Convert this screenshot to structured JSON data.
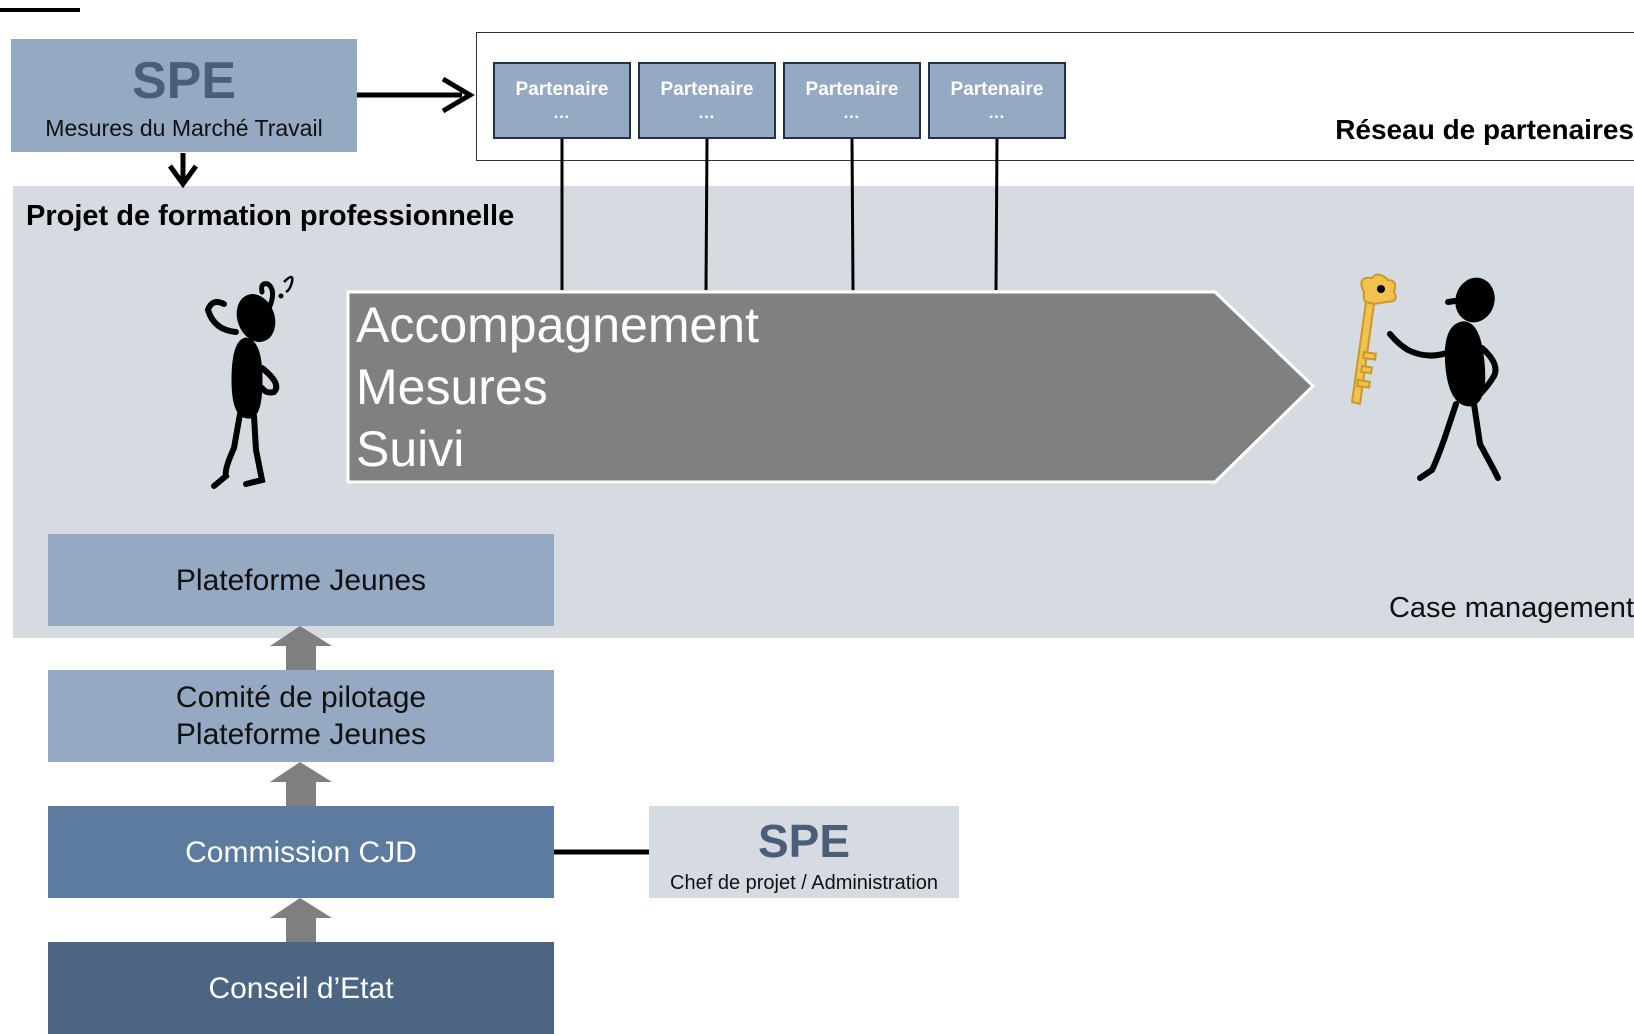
{
  "spe_top": {
    "title": "SPE",
    "subtitle": "Mesures du Marché Travail"
  },
  "network": {
    "label": "Réseau de partenaires",
    "partners": [
      {
        "name": "Partenaire",
        "dots": "…"
      },
      {
        "name": "Partenaire",
        "dots": "…"
      },
      {
        "name": "Partenaire",
        "dots": "…"
      },
      {
        "name": "Partenaire",
        "dots": "…"
      }
    ]
  },
  "project": {
    "title": "Projet de formation professionnelle",
    "process": [
      "Accompagnement",
      "Mesures",
      "Suivi"
    ],
    "case_label": "Case management",
    "colors": {
      "panel": "#d5dbe1",
      "process_arrow": "#808080",
      "key": "#f2c14e"
    }
  },
  "governance": [
    {
      "lines": [
        "Plateforme Jeunes"
      ]
    },
    {
      "lines": [
        "Comité de pilotage",
        "Plateforme Jeunes"
      ]
    },
    {
      "lines": [
        "Commission CJD"
      ]
    },
    {
      "lines": [
        "Conseil d’Etat"
      ]
    }
  ],
  "spe_bottom": {
    "title": "SPE",
    "subtitle": "Chef de projet /  Administration"
  }
}
